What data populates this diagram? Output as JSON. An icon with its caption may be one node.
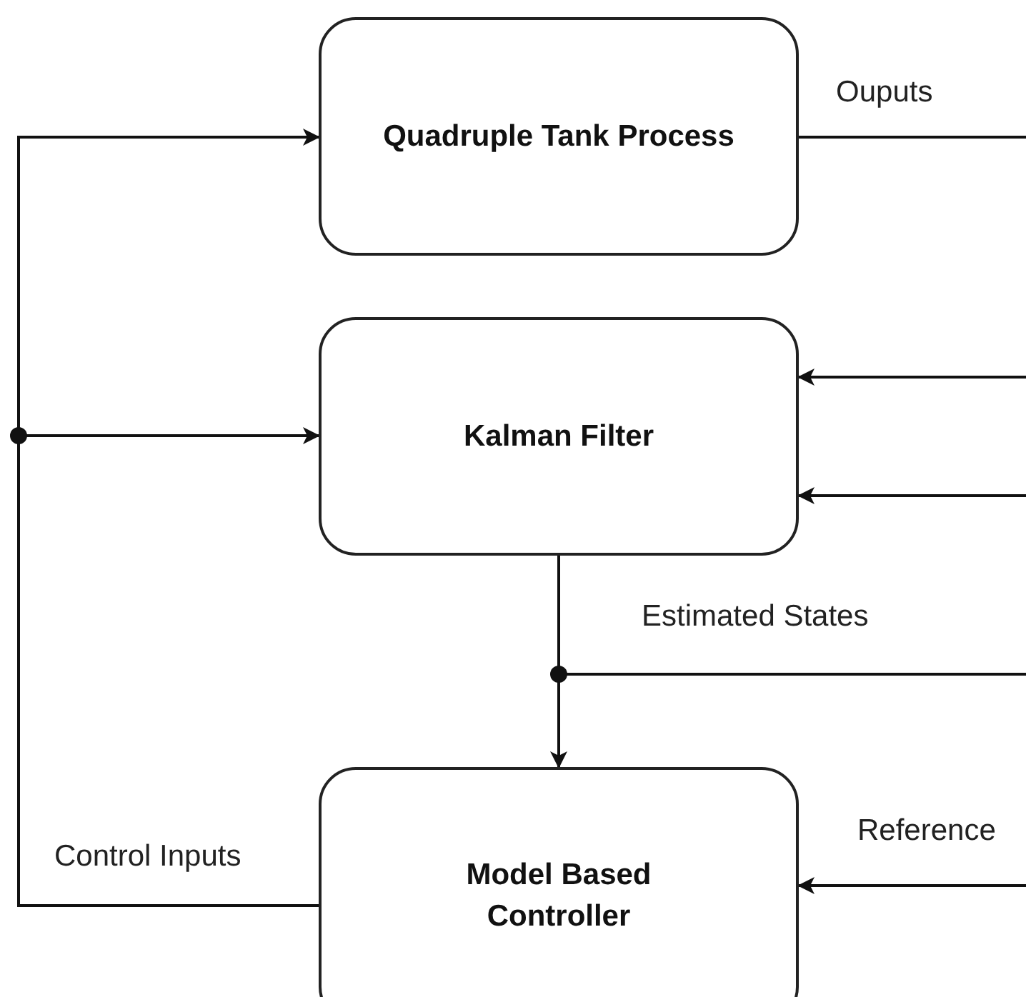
{
  "diagram": {
    "nodes": [
      {
        "text": [
          "Quadruple Tank Process"
        ]
      },
      {
        "text": [
          "Kalman Filter"
        ]
      },
      {
        "text": [
          "Model Based Controller"
        ]
      }
    ],
    "edges": [
      {
        "from": 0,
        "to": null,
        "arrow": "none",
        "label": "Ouputs"
      },
      {
        "from": null,
        "to": 1,
        "arrow": "to"
      },
      {
        "from": null,
        "to": 1,
        "arrow": "to"
      },
      {
        "from": 1,
        "to": 2,
        "arrow": "to"
      },
      {
        "from": 1,
        "to": null,
        "arrow": "none",
        "label": "Estimated States"
      },
      {
        "from": null,
        "to": 2,
        "arrow": "to",
        "label": "Reference"
      },
      {
        "from": 2,
        "to": 0,
        "arrow": "to",
        "label": "Control Inputs"
      },
      {
        "from": 2,
        "to": 1,
        "arrow": "to"
      }
    ]
  }
}
